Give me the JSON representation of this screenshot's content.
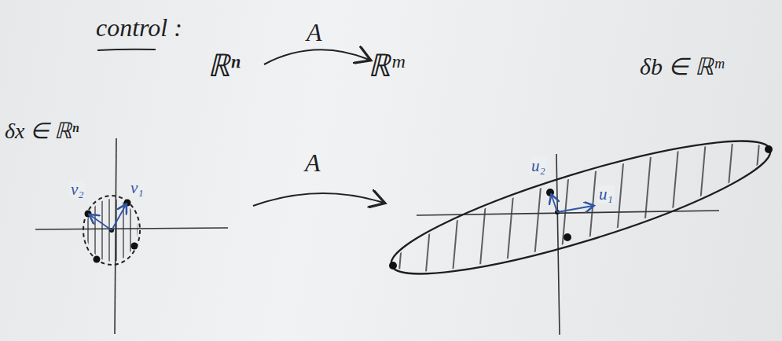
{
  "diagram": {
    "title": "control :",
    "labels": [
      "ℝⁿ",
      "A",
      "ℝᵐ",
      "δb ∈ ℝᵐ",
      "δx ∈ ℝⁿ",
      "A",
      "v₂",
      "v₁",
      "u₂",
      "u₁"
    ]
  }
}
